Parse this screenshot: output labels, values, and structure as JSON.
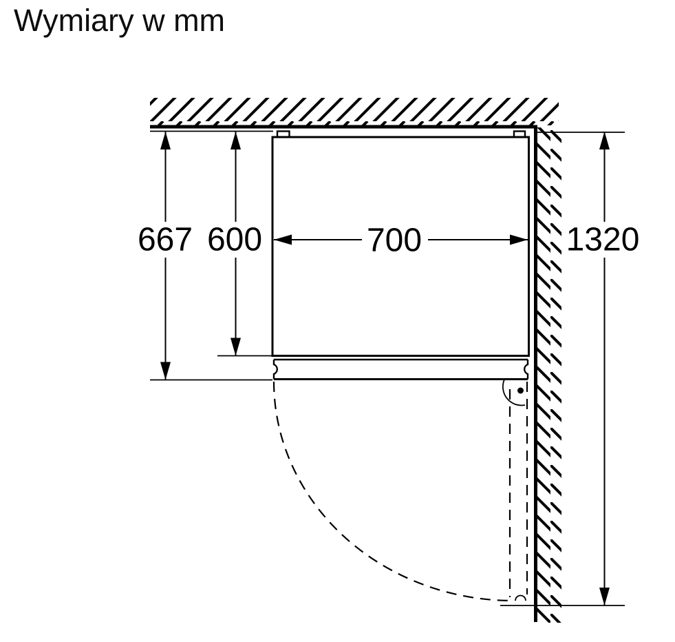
{
  "title": "Wymiary w mm",
  "dimensions": {
    "depth_total_mm": "667",
    "niche_depth_mm": "600",
    "width_mm": "700",
    "depth_door_open_mm": "1320"
  },
  "colors": {
    "line": "#000000",
    "text": "#0d0d0d",
    "background": "#ffffff"
  }
}
